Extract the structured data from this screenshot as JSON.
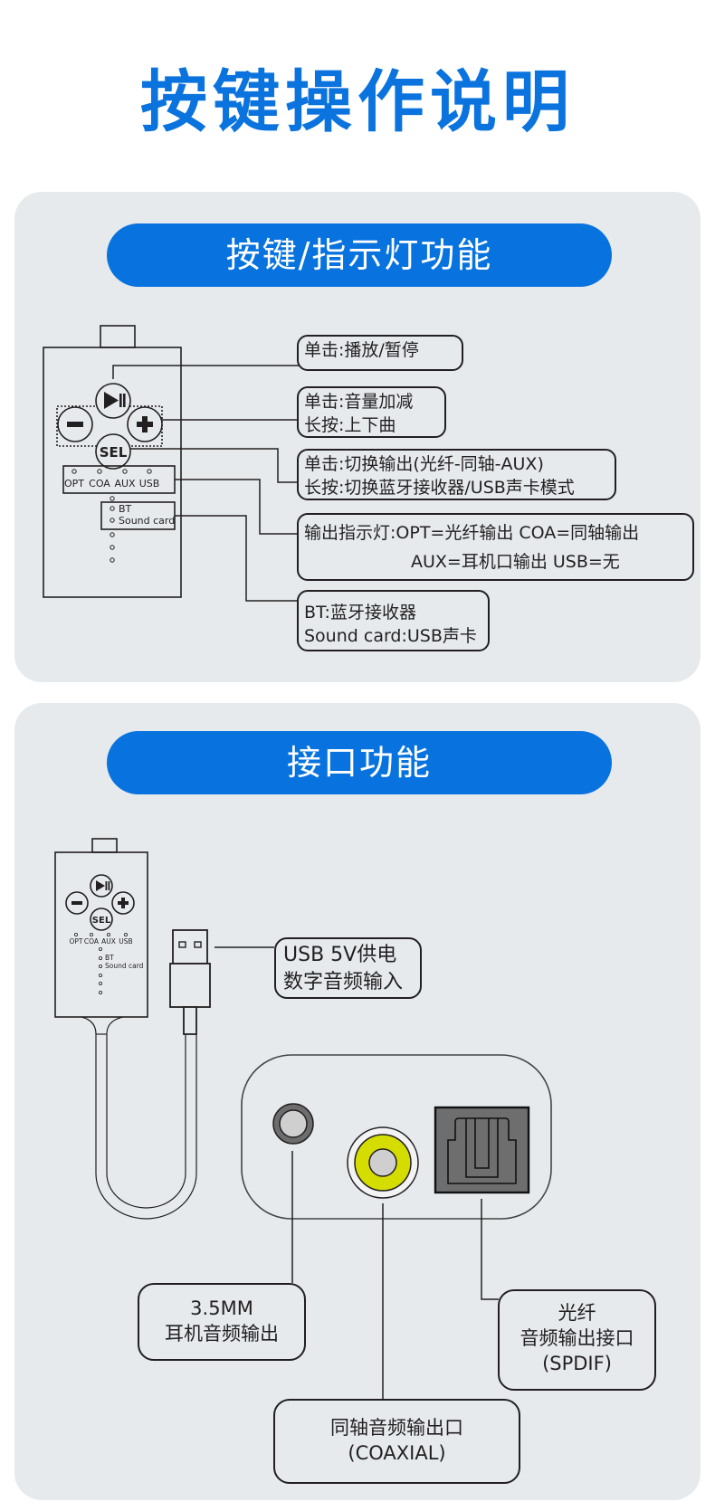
{
  "page_title": "按键操作说明",
  "colors": {
    "accent": "#0873df",
    "panel_bg": "#e6eaed",
    "coax_yellow": "#d4dc00",
    "optical_gray": "#6e6e6e"
  },
  "section1": {
    "heading": "按键/指示灯功能",
    "remote": {
      "buttons": {
        "play_pause": "play-pause",
        "minus": "−",
        "plus": "+",
        "sel": "SEL"
      },
      "leds": [
        "OPT",
        "COA",
        "AUX",
        "USB"
      ],
      "modes": [
        "BT",
        "Sound card"
      ]
    },
    "callouts": [
      {
        "lines": [
          "单击:播放/暂停"
        ]
      },
      {
        "lines": [
          "单击:音量加减",
          "长按:上下曲"
        ]
      },
      {
        "lines": [
          "单击:切换输出(光纤-同轴-AUX)",
          "长按:切换蓝牙接收器/USB声卡模式"
        ]
      },
      {
        "lines": [
          "输出指示灯:OPT=光纤输出 COA=同轴输出",
          "AUX=耳机口输出  USB=无"
        ]
      },
      {
        "lines": [
          "BT:蓝牙接收器",
          "Sound card:USB声卡"
        ]
      }
    ]
  },
  "section2": {
    "heading": "接口功能",
    "remote": {
      "buttons": {
        "sel": "SEL"
      },
      "leds": [
        "OPT",
        "COA",
        "AUX",
        "USB"
      ],
      "modes": [
        "BT",
        "Sound card"
      ]
    },
    "usb_callout": {
      "lines": [
        "USB 5V供电",
        "数字音频输入"
      ]
    },
    "jack_callout": {
      "lines": [
        "3.5MM",
        "耳机音频输出"
      ]
    },
    "optical_callout": {
      "lines": [
        "光纤",
        "音频输出接口",
        "(SPDIF)"
      ]
    },
    "coax_callout": {
      "lines": [
        "同轴音频输出口",
        "(COAXIAL)"
      ]
    }
  }
}
